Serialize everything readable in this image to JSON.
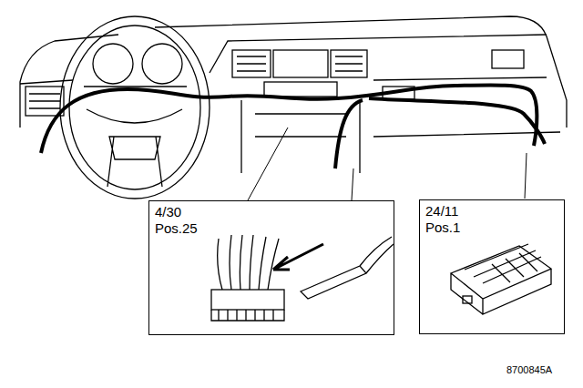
{
  "diagram": {
    "nodes": [
      {
        "text": [
          "4/30",
          "Pos.25"
        ]
      },
      {
        "text": [
          "24/11",
          "Pos.1"
        ]
      }
    ],
    "labels": [
      "8700845A"
    ]
  }
}
